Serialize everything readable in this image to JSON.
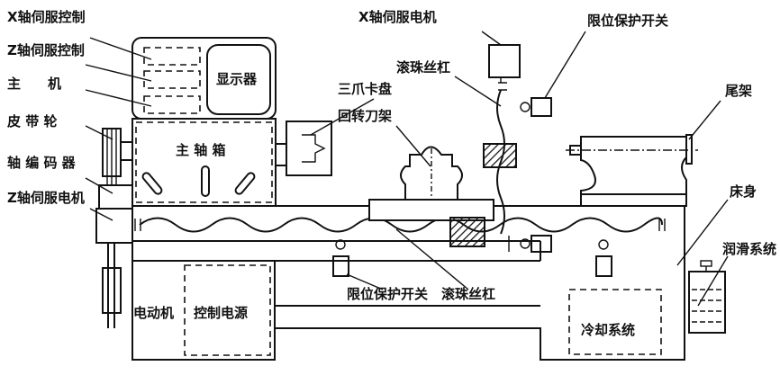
{
  "labels": {
    "x_servo_control": "X轴伺服控制",
    "z_servo_control": "Z轴伺服控制",
    "host": "主　　机",
    "belt_pulley": "皮 带 轮",
    "spindle_encoder": "轴 编 码 器",
    "z_servo_motor": "Z轴伺服电机",
    "display": "显示器",
    "headstock": "主 轴 箱",
    "three_jaw_chuck": "三爪卡盘",
    "turret": "回转刀架",
    "x_servo_motor": "X轴伺服电机",
    "ball_screw_top": "滚珠丝杠",
    "limit_switch_top": "限位保护开关",
    "tailstock": "尾架",
    "bed": "床身",
    "lubrication": "润滑系统",
    "motor": "电动机",
    "control_power": "控制电源",
    "limit_switch_bottom": "限位保护开关",
    "ball_screw_bottom": "滚珠丝杠",
    "cooling": "冷却系统"
  }
}
